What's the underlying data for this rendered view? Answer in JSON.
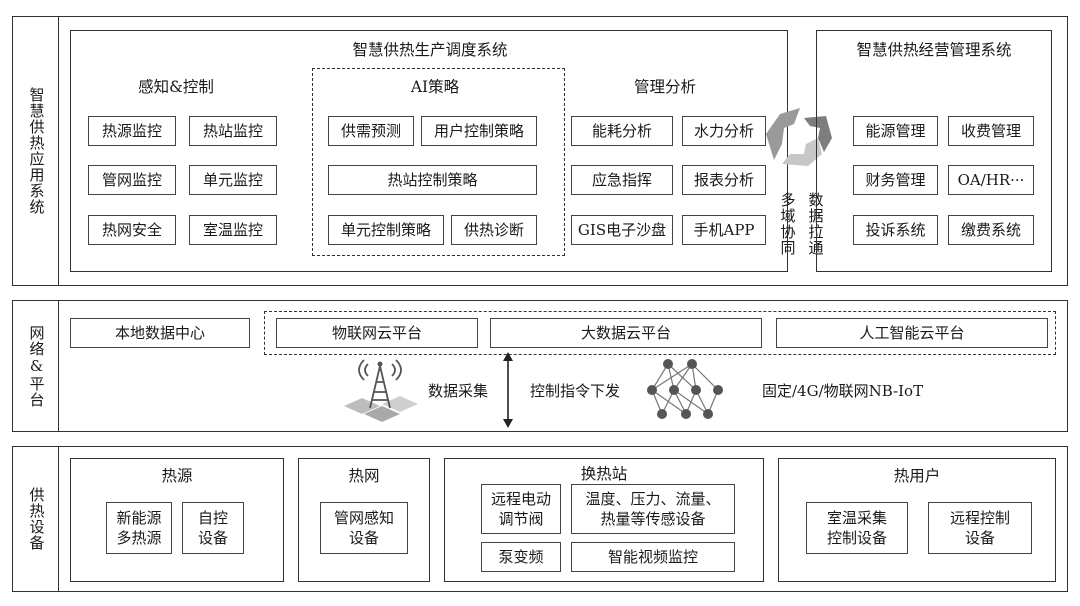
{
  "app": {
    "title": "智慧供热应用系统",
    "production": {
      "title": "智慧供热生产调度系统",
      "perception": {
        "title": "感知&控制",
        "items": [
          "热源监控",
          "热站监控",
          "管网监控",
          "单元监控",
          "热网安全",
          "室温监控"
        ]
      },
      "ai": {
        "title": "AI策略",
        "items": [
          "供需预测",
          "用户控制策略",
          "热站控制策略",
          "单元控制策略",
          "供热诊断"
        ]
      },
      "analysis": {
        "title": "管理分析",
        "items": [
          "能耗分析",
          "水力分析",
          "应急指挥",
          "报表分析",
          "GIS电子沙盘",
          "手机APP"
        ]
      }
    },
    "collab": {
      "left": "多域协同",
      "right": "数据拉通"
    },
    "business": {
      "title": "智慧供热经营管理系统",
      "items": [
        "能源管理",
        "收费管理",
        "财务管理",
        "OA/HR···",
        "投诉系统",
        "缴费系统"
      ]
    }
  },
  "network": {
    "title": "网络&平台",
    "local": "本地数据中心",
    "clouds": [
      "物联网云平台",
      "大数据云平台",
      "人工智能云平台"
    ],
    "collect": "数据采集",
    "command": "控制指令下发",
    "comm": "固定/4G/物联网NB-IoT"
  },
  "devices": {
    "title": "供热设备",
    "source": {
      "title": "热源",
      "items": [
        "新能源\n多热源",
        "自控\n设备"
      ]
    },
    "net": {
      "title": "热网",
      "items": [
        "管网感知\n设备"
      ]
    },
    "station": {
      "title": "换热站",
      "items": [
        "远程电动\n调节阀",
        "温度、压力、流量、\n热量等传感设备",
        "泵变频",
        "智能视频监控"
      ]
    },
    "user": {
      "title": "热用户",
      "items": [
        "室温采集\n控制设备",
        "远程控制\n设备"
      ]
    }
  },
  "icons": {
    "tower": "signal-tower-icon",
    "network": "neural-network-icon",
    "collab": "cycle-arrows-icon"
  }
}
